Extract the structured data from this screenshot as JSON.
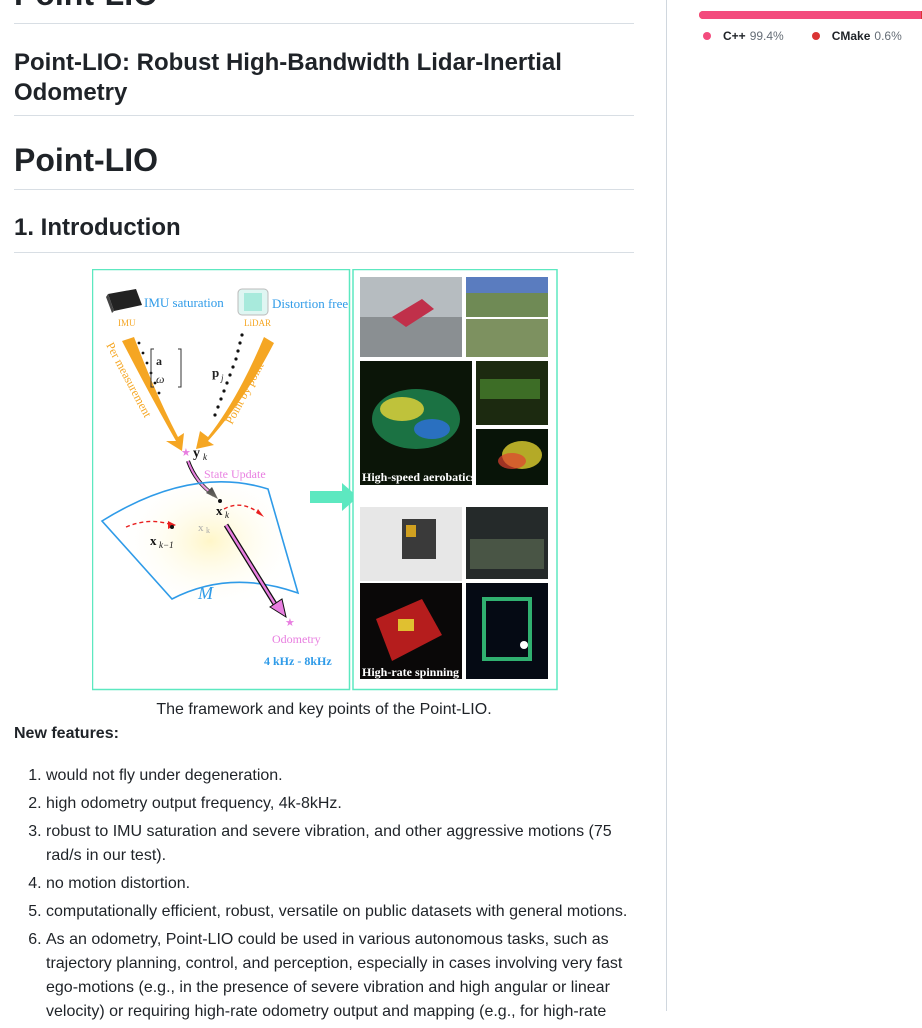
{
  "readme": {
    "top_heading": "Point-LIO",
    "subtitle": "Point-LIO: Robust High-Bandwidth Lidar-Inertial Odometry",
    "main_heading": "Point-LIO",
    "section_heading": "1. Introduction",
    "figure": {
      "imu_saturation": "IMU saturation",
      "imu": "IMU",
      "distortion_free": "Distortion free",
      "lidar": "LiDAR",
      "per_measurement": "Per measurement",
      "point_by_point": "Point by point",
      "state_update": "State Update",
      "odometry": "Odometry",
      "frequency": "4 kHz - 8kHz",
      "aerobatics": "High-speed aerobatics",
      "spinning": "High-rate spinning",
      "math_y": "y",
      "math_y_sub": "k",
      "math_x": "x",
      "math_x_sub": "k",
      "math_xk1": "x",
      "math_xk1_sub": "k−1",
      "math_m": "M",
      "math_p": "p",
      "math_p_sub": "j",
      "math_a": "a",
      "math_w": "ω",
      "colors": {
        "orange": "#f5a623",
        "teal": "#5de8c0",
        "blue": "#2f9be8",
        "pink": "#e87ee0"
      }
    },
    "caption": "The framework and key points of the Point-LIO.",
    "new_features_label": "New features:",
    "features": [
      "would not fly under degeneration.",
      "high odometry output frequency, 4k-8kHz.",
      "robust to IMU saturation and severe vibration, and other aggressive motions (75 rad/s in our test).",
      "no motion distortion.",
      "computationally efficient, robust, versatile on public datasets with general motions.",
      "As an odometry, Point-LIO could be used in various autonomous tasks, such as trajectory planning, control, and perception, especially in cases involving very fast ego-motions (e.g., in the presence of severe vibration and high angular or linear velocity) or requiring high-rate odometry output and mapping (e.g., for high-rate"
    ]
  },
  "sidebar": {
    "languages": [
      {
        "name": "C++",
        "percent": "99.4%",
        "fraction": 0.994,
        "color": "#f34b7d"
      },
      {
        "name": "CMake",
        "percent": "0.6%",
        "fraction": 0.006,
        "color": "#da3434"
      }
    ]
  }
}
